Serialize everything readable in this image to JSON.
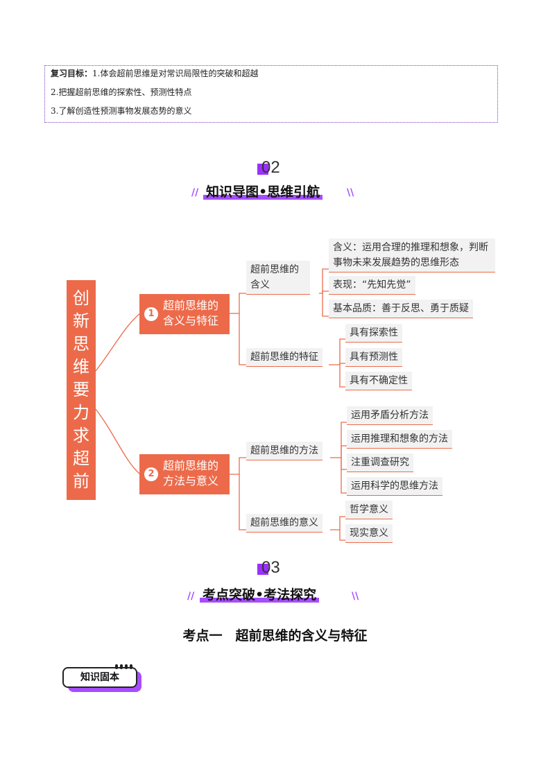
{
  "goals": {
    "label": "复习目标：",
    "line1": "1.体会超前思维是对常识局限性的突破和超越",
    "line2": "2.把握超前思维的探索性、预测性特点",
    "line3": "3.了解创造性预测事物发展态势的意义"
  },
  "section2": {
    "num": "02",
    "title": "知识导图•思维引航"
  },
  "section3": {
    "num": "03",
    "title": "考点突破•考法探究"
  },
  "mindmap": {
    "root": [
      "创",
      "新",
      "思",
      "维",
      "要",
      "力",
      "求",
      "超",
      "前"
    ],
    "branch1": {
      "num": "1",
      "line1": "超前思维的",
      "line2": "含义与特征",
      "sub1": {
        "line1": "超前思维的",
        "line2": "含义"
      },
      "sub1_items": [
        "含义：运用合理的推理和想象，判断",
        "事物未来发展趋势的思维形态",
        "表现：“先知先觉”",
        "基本品质：善于反思、勇于质疑"
      ],
      "sub2": "超前思维的特征",
      "sub2_items": [
        "具有探索性",
        "具有预测性",
        "具有不确定性"
      ]
    },
    "branch2": {
      "num": "2",
      "line1": "超前思维的",
      "line2": "方法与意义",
      "sub1": "超前思维的方法",
      "sub1_items": [
        "运用矛盾分析方法",
        "运用推理和想象的方法",
        "注重调查研究",
        "运用科学的思维方法"
      ],
      "sub2": "超前思维的意义",
      "sub2_items": [
        "哲学意义",
        "现实意义"
      ]
    }
  },
  "kaodian": {
    "title": "考点一　超前思维的含义与特征"
  },
  "badge": {
    "label": "知识固本"
  },
  "colors": {
    "accent": "#a64dff",
    "mindmap": "#ec6a4a"
  }
}
